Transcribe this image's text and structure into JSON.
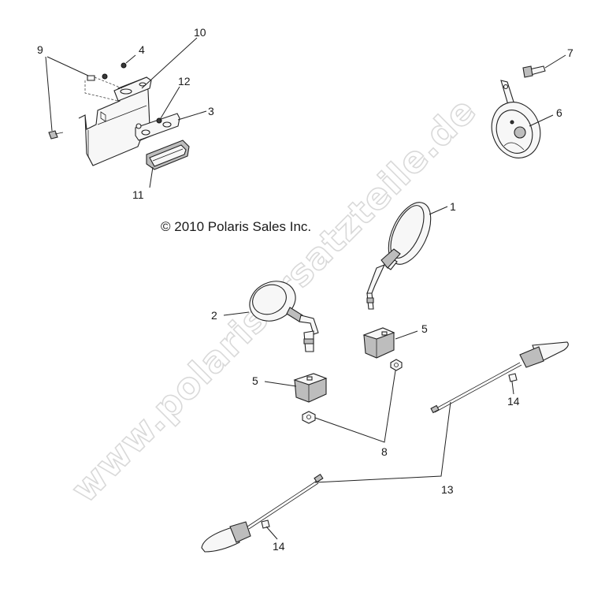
{
  "diagram": {
    "copyright": "© 2010 Polaris Sales Inc.",
    "watermark": "www.polarisersatzteile.de",
    "callouts": {
      "c1": "1",
      "c2": "2",
      "c3": "3",
      "c4": "4",
      "c5a": "5",
      "c5b": "5",
      "c6": "6",
      "c7": "7",
      "c8": "8",
      "c9": "9",
      "c10": "10",
      "c11": "11",
      "c12": "12",
      "c13": "13",
      "c14a": "14",
      "c14b": "14"
    }
  }
}
